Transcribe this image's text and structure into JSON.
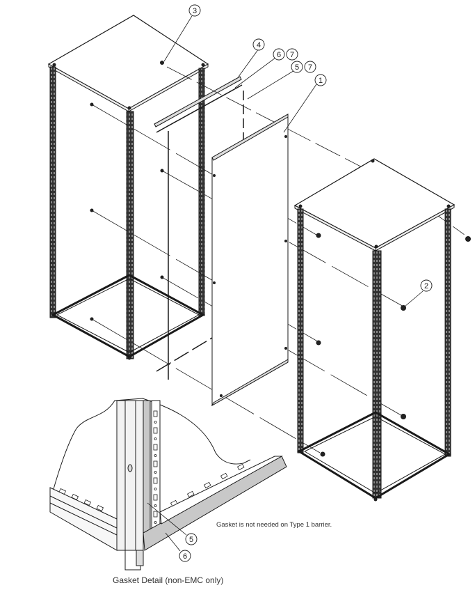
{
  "diagram": {
    "type": "exploded-assembly-drawing",
    "subject": "Two enclosure cabinets joined with a barrier panel",
    "callouts": [
      {
        "id": "c3",
        "label": "3",
        "target": "top-cover screw (left cabinet)"
      },
      {
        "id": "c4",
        "label": "4",
        "target": "top rail strip"
      },
      {
        "id": "c6a",
        "label": "6",
        "target": "horizontal gasket",
        "paired_with": "7"
      },
      {
        "id": "c7a",
        "label": "7"
      },
      {
        "id": "c5a",
        "label": "5",
        "target": "vertical gasket",
        "paired_with": "7"
      },
      {
        "id": "c7b",
        "label": "7"
      },
      {
        "id": "c1",
        "label": "1",
        "target": "barrier panel"
      },
      {
        "id": "c2",
        "label": "2",
        "target": "fastener (right cabinet)"
      },
      {
        "id": "c5b",
        "label": "5",
        "target": "vertical gasket (detail)"
      },
      {
        "id": "c6b",
        "label": "6",
        "target": "horizontal gasket (detail)"
      }
    ],
    "components": [
      {
        "name": "left-cabinet-frame"
      },
      {
        "name": "right-cabinet-frame"
      },
      {
        "name": "barrier-panel"
      },
      {
        "name": "gasket-detail-inset"
      }
    ]
  },
  "notes": {
    "gasket_note": "Gasket is not needed on Type 1 barrier.",
    "caption": "Gasket Detail (non‑EMC only)"
  },
  "colors": {
    "line": "#1a1a1a",
    "gasket_fill": "#c8c8c8",
    "background": "#ffffff"
  }
}
